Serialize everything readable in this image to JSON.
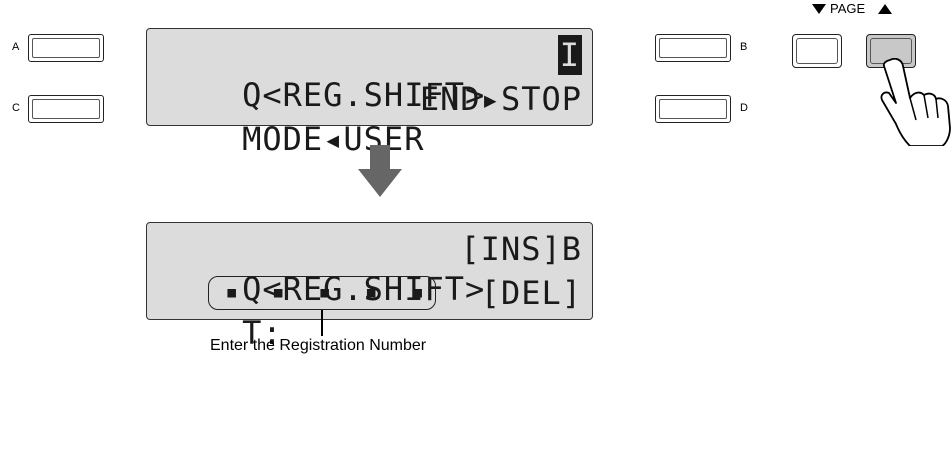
{
  "buttons": {
    "a": "A",
    "b": "B",
    "c": "C",
    "d": "D",
    "page": "PAGE"
  },
  "screen1": {
    "line1_left": "Q<REG.SHIFT>",
    "line1_right": "I",
    "line2_left": "MODE◂USER",
    "line2_right": "END▸STOP"
  },
  "screen2": {
    "line1_left": "Q<REG.SHIFT>",
    "line1_right": "[INS]B",
    "line2_prefix": "T:",
    "line2_dots": "▪ ▪ ▪ ▪ ▪",
    "line2_right": "[DEL]"
  },
  "caption": "Enter the Registration Number",
  "icons": {
    "arrow": "down-arrow-icon",
    "hand": "pointing-hand-icon",
    "page_down": "triangle-down-icon",
    "page_up": "triangle-up-icon"
  }
}
